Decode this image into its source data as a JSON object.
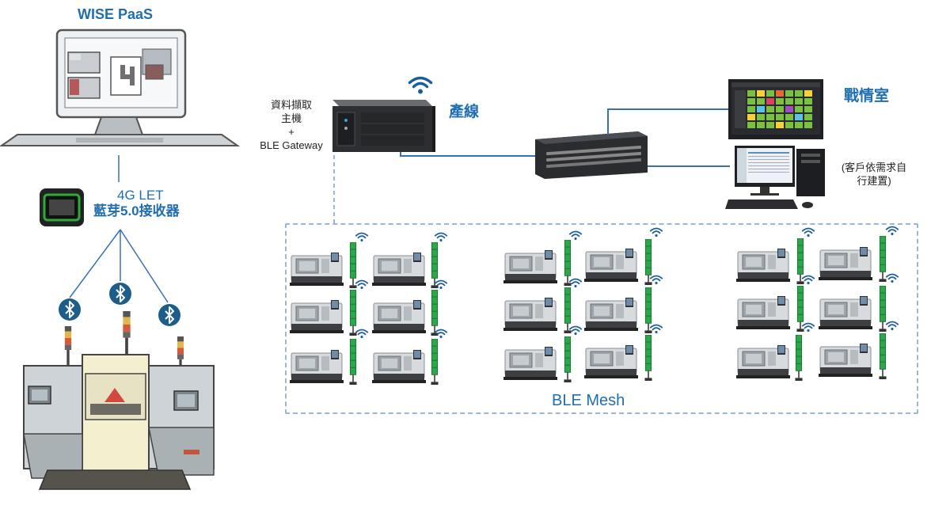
{
  "labels": {
    "wise_paas": "WISE PaaS",
    "lte_line1": "4G LET",
    "lte_line2": "藍芽5.0接收器",
    "gateway_line1": "資料擷取",
    "gateway_line2": "主機",
    "gateway_line3": "+",
    "gateway_line4": "BLE Gateway",
    "production_line": "產線",
    "war_room": "戰情室",
    "customer_note_line1": "(客戶依需求自",
    "customer_note_line2": "行建置)",
    "ble_mesh": "BLE Mesh"
  },
  "colors": {
    "accent_blue": "#1f6fb0",
    "wifi_blue": "#1a5e9a",
    "link_blue": "#3a6fb0",
    "dashed_border": "#9ab8d6",
    "tower_green": "#2aa84a",
    "bluetooth_badge": "#1d5d8a"
  },
  "icons": [
    "monitor-icon",
    "ble-receiver-icon",
    "bluetooth-icon",
    "factory-machine-icon",
    "wifi-icon",
    "server-icon",
    "network-switch-icon",
    "dashboard-monitor-icon",
    "desktop-pc-icon",
    "cnc-machine-icon",
    "signal-tower-icon"
  ]
}
